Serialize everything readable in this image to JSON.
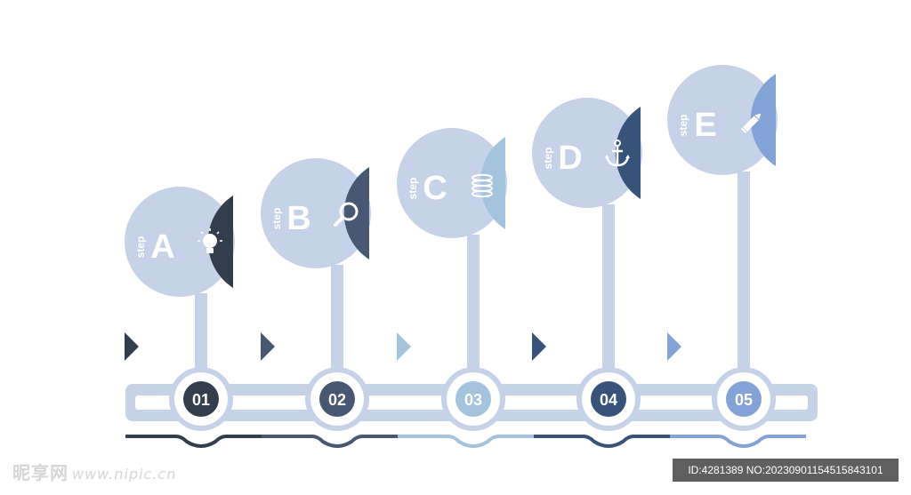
{
  "steps": [
    {
      "word": "step",
      "letter": "A",
      "number": "01",
      "icon": "lightbulb-icon",
      "color": "#333e4d"
    },
    {
      "word": "step",
      "letter": "B",
      "number": "02",
      "icon": "magnifier-icon",
      "color": "#485872"
    },
    {
      "word": "step",
      "letter": "C",
      "number": "03",
      "icon": "database-icon",
      "color": "#a3c4dc"
    },
    {
      "word": "step",
      "letter": "D",
      "number": "04",
      "icon": "anchor-icon",
      "color": "#37537a"
    },
    {
      "word": "step",
      "letter": "E",
      "number": "05",
      "icon": "pencil-icon",
      "color": "#83a3d6"
    }
  ],
  "colors": {
    "light": "#c6d2e8",
    "track": "#c6d2e8",
    "white": "#ffffff"
  },
  "watermark": {
    "left": "昵享网",
    "left_url": "www.nipic.cn",
    "right": "ID:4281389 NO:20230901154515843101"
  }
}
